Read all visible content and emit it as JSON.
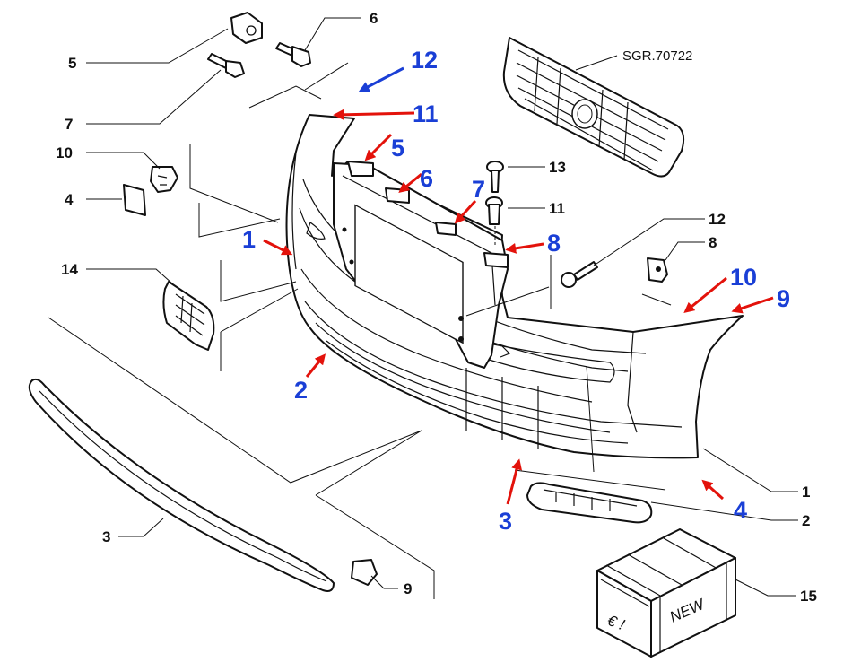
{
  "colors": {
    "red_arrow": "#e3120b",
    "blue_arrow": "#1a3fd6",
    "blue_label": "#1a3fd6",
    "ink": "#111111"
  },
  "reference_label": "SGR.70722",
  "box_text": {
    "new": "NEW",
    "euro": "€ !"
  },
  "part_labels": [
    "5",
    "6",
    "7",
    "10",
    "4",
    "14",
    "3",
    "9",
    "13",
    "11",
    "12",
    "8",
    "1",
    "2",
    "15"
  ],
  "callouts": [
    "12",
    "11",
    "5",
    "6",
    "7",
    "8",
    "1",
    "2",
    "10",
    "9",
    "3",
    "4"
  ]
}
